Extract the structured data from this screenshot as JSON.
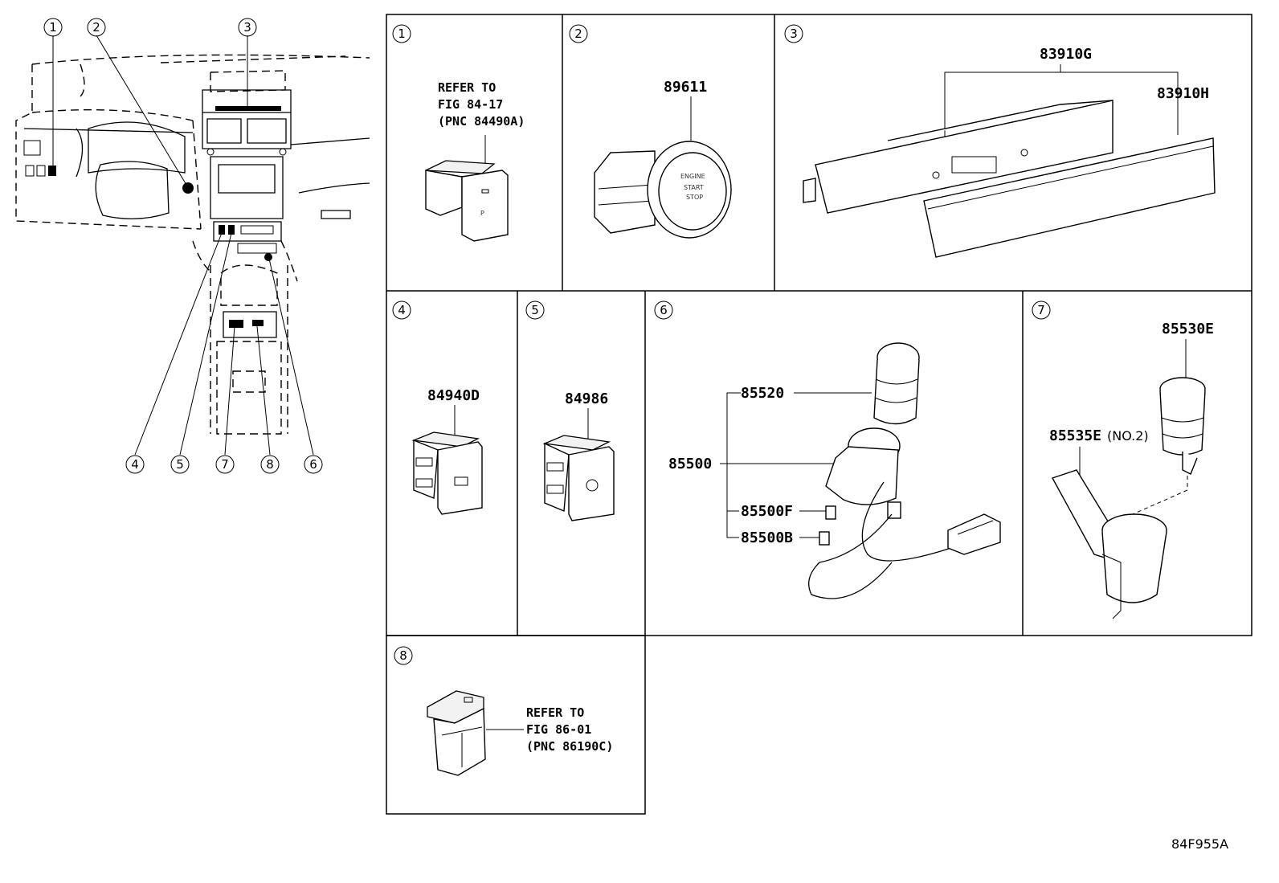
{
  "overview": {
    "callouts": [
      "1",
      "2",
      "3",
      "4",
      "5",
      "6",
      "7",
      "8"
    ],
    "bottom_callouts": [
      "4",
      "5",
      "7",
      "8",
      "6"
    ]
  },
  "panels": [
    {
      "number": "1",
      "note": [
        "REFER TO",
        "FIG 84-17",
        "(PNC 84490A)"
      ]
    },
    {
      "number": "2",
      "parts": [
        "89611"
      ],
      "button_text": [
        "ENGINE",
        "START",
        "STOP"
      ]
    },
    {
      "number": "3",
      "parts": [
        "83910G",
        "83910H"
      ]
    },
    {
      "number": "4",
      "parts": [
        "84940D"
      ]
    },
    {
      "number": "5",
      "parts": [
        "84986"
      ]
    },
    {
      "number": "6",
      "parts": [
        "85520",
        "85500",
        "85500F",
        "85500B"
      ]
    },
    {
      "number": "7",
      "parts": [
        "85530E",
        "85535E"
      ],
      "part_suffix": "(NO.2)"
    },
    {
      "number": "8",
      "note": [
        "REFER TO",
        "FIG 86-01",
        "(PNC 86190C)"
      ]
    }
  ],
  "figure_code": "84F955A"
}
